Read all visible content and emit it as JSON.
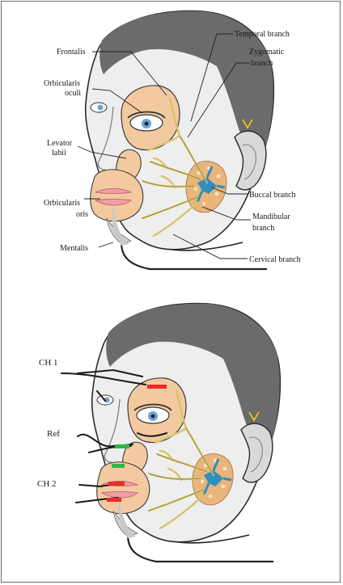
{
  "top_diagram": {
    "labels": {
      "frontalis": "Frontalis",
      "orbicularis_oculi_1": "Orbicularis",
      "orbicularis_oculi_2": "oculi",
      "levator_labii_1": "Levator",
      "levator_labii_2": "labii",
      "orbicularis_oris_1": "Orbicularis",
      "orbicularis_oris_2": "oris",
      "mentalis": "Mentalis",
      "temporal_branch": "Temporal branch",
      "zygomatic_branch_1": "Zygomatic",
      "zygomatic_branch_2": "branch",
      "buccal_branch": "Buccal branch",
      "mandibular_branch_1": "Mandibular",
      "mandibular_branch_2": "branch",
      "cervical_branch": "Cervical branch"
    }
  },
  "bottom_diagram": {
    "labels": {
      "ch1": "CH 1",
      "ref": "Ref",
      "ch2": "CH 2"
    }
  },
  "colors": {
    "skin": "#eeeeee",
    "hair": "#6b6b6b",
    "muscle": "#f3c9a0",
    "lips": "#ef9ea6",
    "nerve": "#d8c46a",
    "gland": "#e9b57c",
    "gland_duct": "#2f8fbf",
    "electrode_red": "#e82b2b",
    "electrode_green": "#2fb84a",
    "wire": "#1a1a1a"
  }
}
